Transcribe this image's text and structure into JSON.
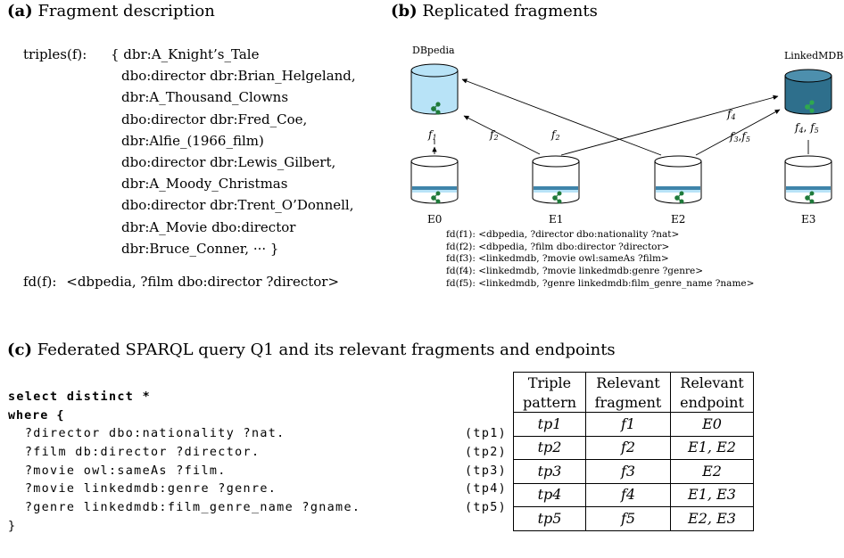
{
  "panel_a": {
    "label": "(a)",
    "title": "Fragment description",
    "triples_label": "triples(f):",
    "triples_lines": [
      "{ dbr:A_Knight’s_Tale",
      "dbo:director dbr:Brian_Helgeland,",
      "dbr:A_Thousand_Clowns",
      "dbo:director dbr:Fred_Coe,",
      "dbr:Alfie_(1966_film)",
      "dbo:director dbr:Lewis_Gilbert,",
      "dbr:A_Moody_Christmas",
      "dbo:director dbr:Trent_O’Donnell,",
      "dbr:A_Movie  dbo:director",
      "dbr:Bruce_Conner, ··· }"
    ],
    "fd_label": "fd(f):",
    "fd_value": "<dbpedia, ?film  dbo:director ?director>"
  },
  "panel_b": {
    "label": "(b)",
    "title": "Replicated fragments",
    "sources": [
      {
        "name": "DBpedia",
        "color": "#b8e3f7"
      },
      {
        "name": "LinkedMDB",
        "color": "#2e6f8c"
      }
    ],
    "endpoints": [
      "E0",
      "E1",
      "E2",
      "E3"
    ],
    "edge_labels": {
      "e0": "f1",
      "e1": "f2",
      "e1b": "f2",
      "e2": "f3, f5",
      "e2b": "f4",
      "e3": "f4, f5"
    },
    "fd_list": [
      {
        "label": "fd(f1):",
        "value": "<dbpedia, ?director dbo:nationality ?nat>"
      },
      {
        "label": "fd(f2):",
        "value": "<dbpedia, ?film dbo:director ?director>"
      },
      {
        "label": "fd(f3):",
        "value": "<linkedmdb, ?movie owl:sameAs ?film>"
      },
      {
        "label": "fd(f4):",
        "value": "<linkedmdb, ?movie linkedmdb:genre ?genre>"
      },
      {
        "label": "fd(f5):",
        "value": "<linkedmdb, ?genre linkedmdb:film_genre_name ?name>"
      }
    ]
  },
  "panel_c": {
    "label": "(c)",
    "title": "Federated SPARQL query Q1 and its relevant fragments and endpoints",
    "query_lines": [
      {
        "code": "select distinct *",
        "tag": ""
      },
      {
        "code": "where {",
        "tag": ""
      },
      {
        "code": "  ?director dbo:nationality ?nat.",
        "tag": "(tp1)"
      },
      {
        "code": "  ?film db:director ?director.",
        "tag": "(tp2)"
      },
      {
        "code": "  ?movie owl:sameAs ?film.",
        "tag": "(tp3)"
      },
      {
        "code": "  ?movie linkedmdb:genre ?genre.",
        "tag": "(tp4)"
      },
      {
        "code": "  ?genre linkedmdb:film_genre_name ?gname.",
        "tag": "(tp5)"
      },
      {
        "code": "}",
        "tag": ""
      }
    ],
    "table": {
      "headers": [
        [
          "Triple",
          "pattern"
        ],
        [
          "Relevant",
          "fragment"
        ],
        [
          "Relevant",
          "endpoint"
        ]
      ],
      "rows": [
        {
          "tp": "tp1",
          "frag": "f1",
          "ep": "E0"
        },
        {
          "tp": "tp2",
          "frag": "f2",
          "ep": "E1, E2"
        },
        {
          "tp": "tp3",
          "frag": "f3",
          "ep": "E2"
        },
        {
          "tp": "tp4",
          "frag": "f4",
          "ep": "E1, E3"
        },
        {
          "tp": "tp5",
          "frag": "f5",
          "ep": "E2, E3"
        }
      ]
    }
  }
}
